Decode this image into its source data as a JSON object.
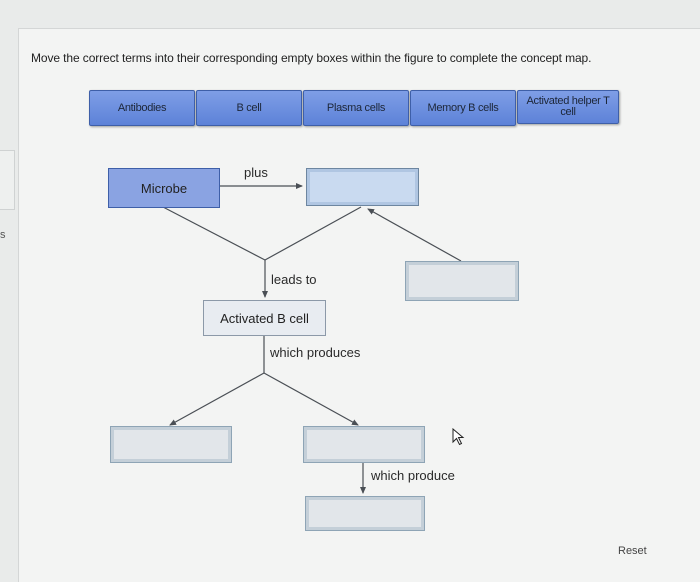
{
  "side_text": "s",
  "instruction": "Move the correct terms into their corresponding empty boxes within the figure to complete the concept map.",
  "terms": [
    {
      "label": "Antibodies"
    },
    {
      "label": "B cell"
    },
    {
      "label": "Plasma cells"
    },
    {
      "label": "Memory B cells"
    },
    {
      "label": "Activated helper T cell"
    }
  ],
  "map": {
    "microbe": "Microbe",
    "plus": "plus",
    "leads_to": "leads to",
    "activated_b_cell": "Activated B cell",
    "which_produces": "which produces",
    "which_produce": "which produce"
  },
  "reset_label": "Reset",
  "colors": {
    "term_fill": "#6f8fdf",
    "microbe_fill": "#8aa3e2",
    "top_drop_fill": "#c9daf0",
    "line": "#4a4f55"
  }
}
